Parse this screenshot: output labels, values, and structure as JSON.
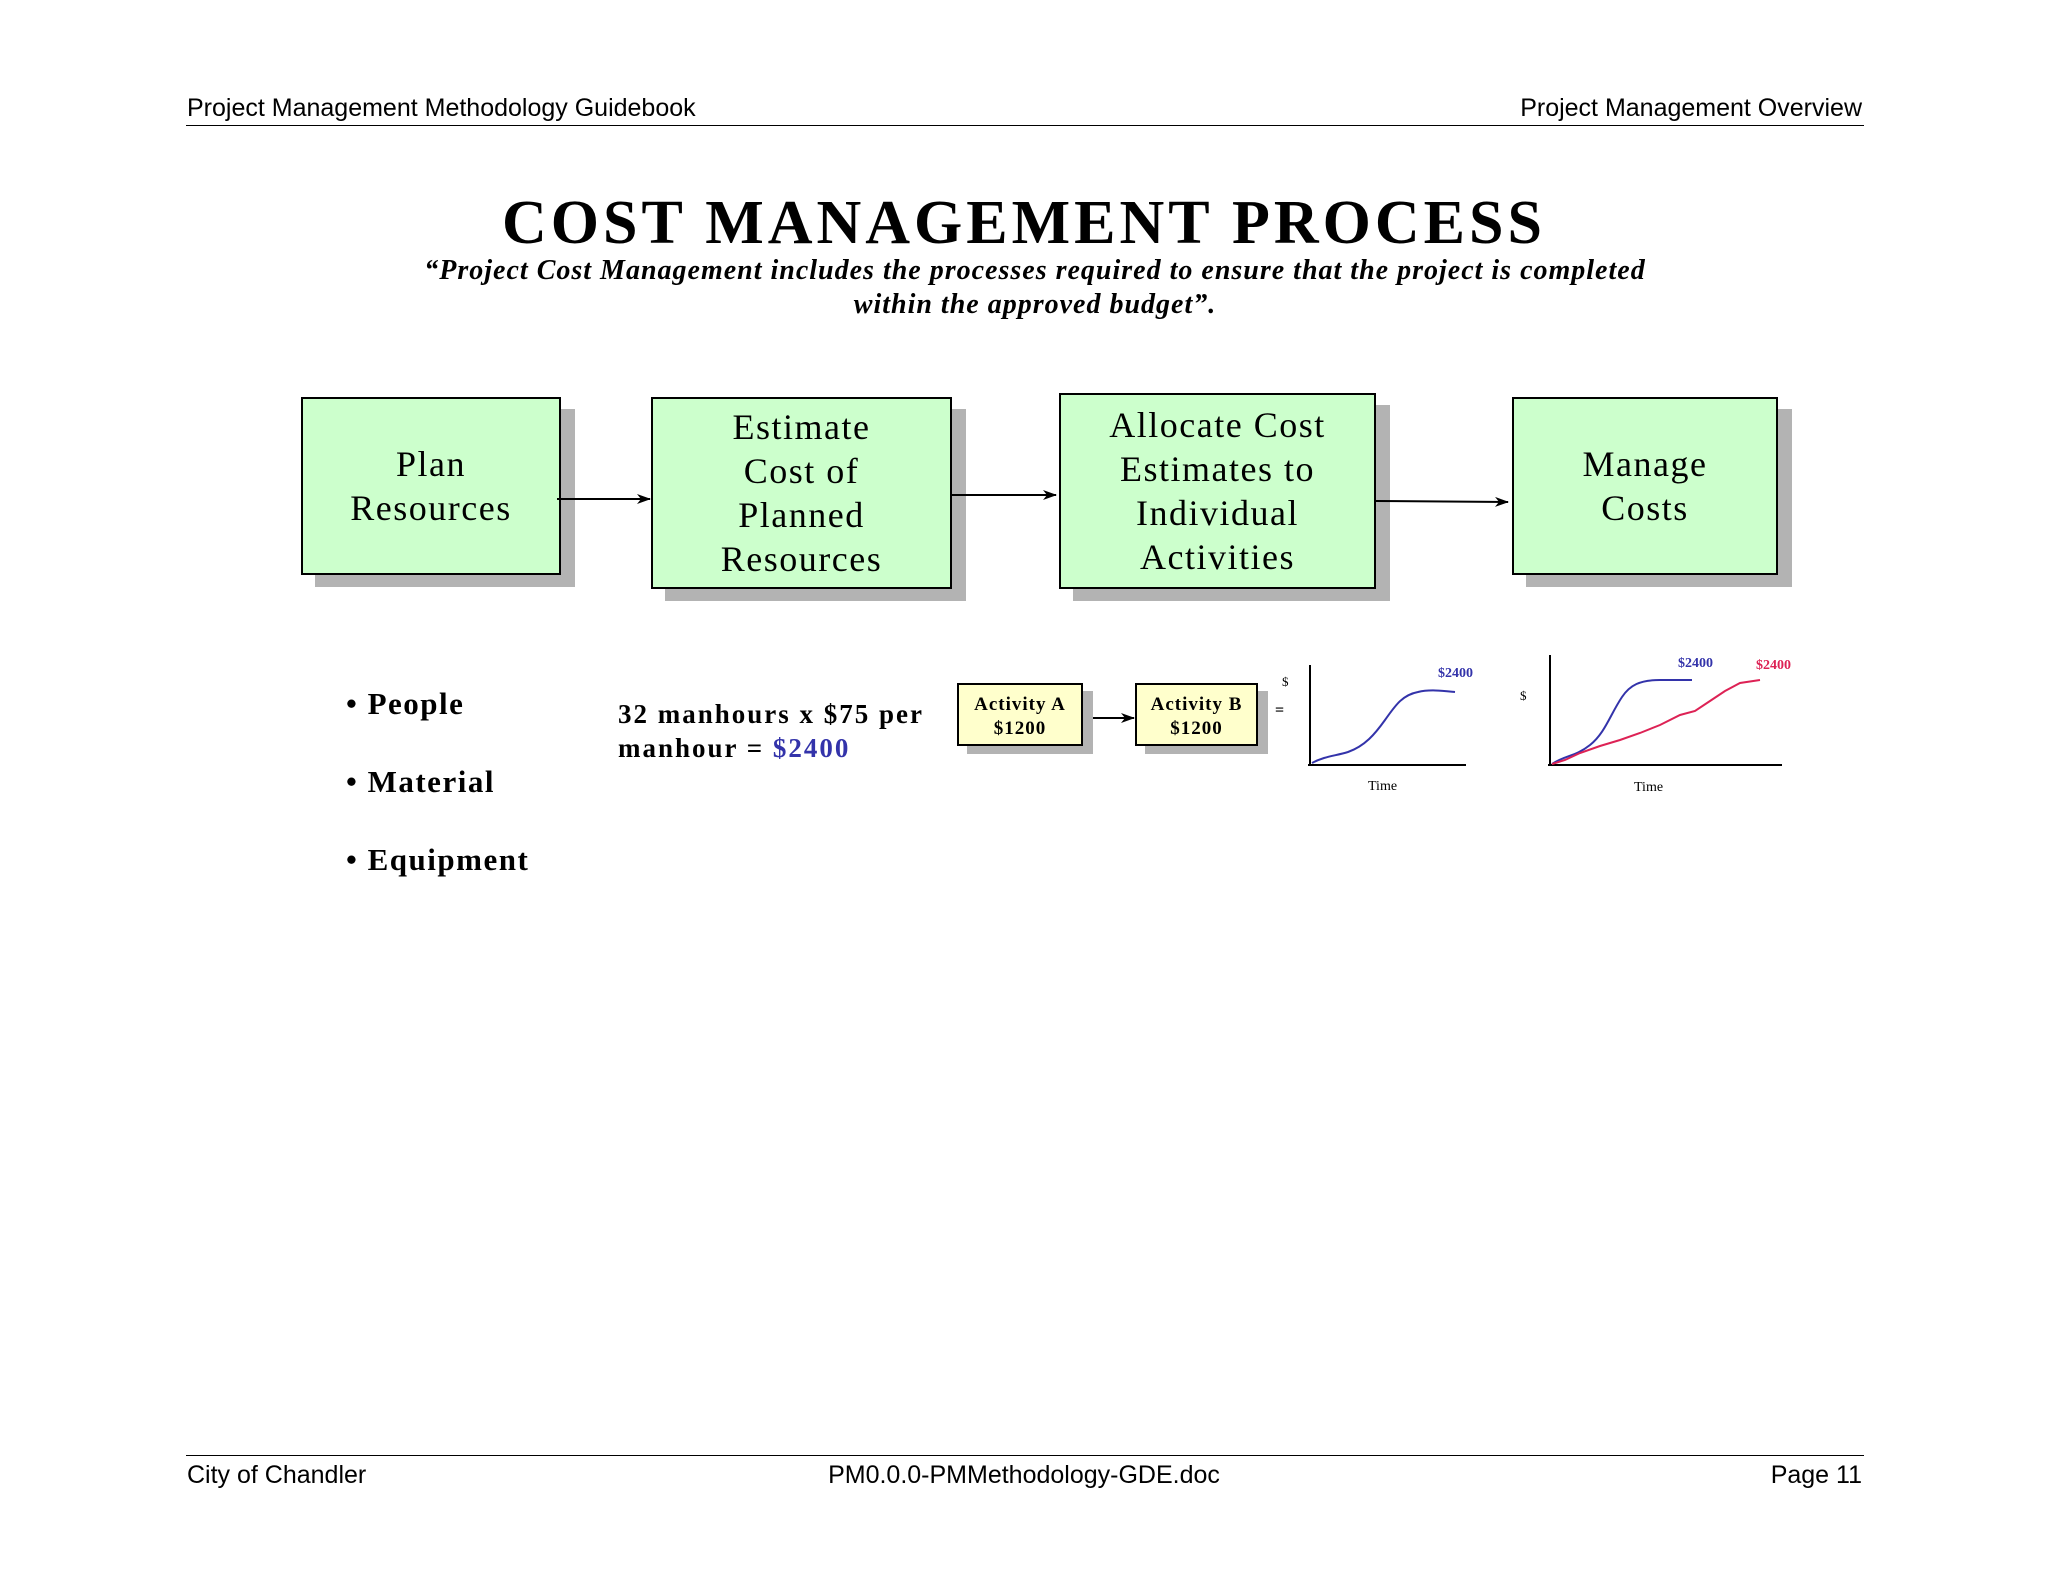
{
  "header": {
    "left": "Project Management Methodology Guidebook",
    "right": "Project Management Overview"
  },
  "title": "COST MANAGEMENT PROCESS",
  "quote_line1": "“Project Cost Management includes the processes required to ensure that the project is completed",
  "quote_line2": "within the approved budget”.",
  "process": [
    {
      "label": "Plan\nResources"
    },
    {
      "label": "Estimate\nCost of\nPlanned\nResources"
    },
    {
      "label": "Allocate Cost\nEstimates to\nIndividual\nActivities"
    },
    {
      "label": "Manage\nCosts"
    }
  ],
  "resources": [
    "• People",
    "• Material",
    "• Equipment"
  ],
  "formula": {
    "line1": "32 manhours x $75 per",
    "line2_prefix": "manhour = ",
    "line2_value": "$2400"
  },
  "activities": [
    {
      "name": "Activity A",
      "cost": "$1200"
    },
    {
      "name": "Activity B",
      "cost": "$1200"
    }
  ],
  "equals_sign": "=",
  "chart1": {
    "ylabel": "$",
    "xlabel": "Time",
    "end_label": "$2400",
    "colors": {
      "planned": "#3333aa"
    }
  },
  "chart2": {
    "ylabel": "$",
    "xlabel": "Time",
    "planned_label": "$2400",
    "actual_label": "$2400",
    "colors": {
      "planned": "#3333aa",
      "actual": "#dd2255"
    }
  },
  "footer": {
    "left": "City of Chandler",
    "center": "PM0.0.0-PMMethodology-GDE.doc",
    "right": "Page 11"
  }
}
